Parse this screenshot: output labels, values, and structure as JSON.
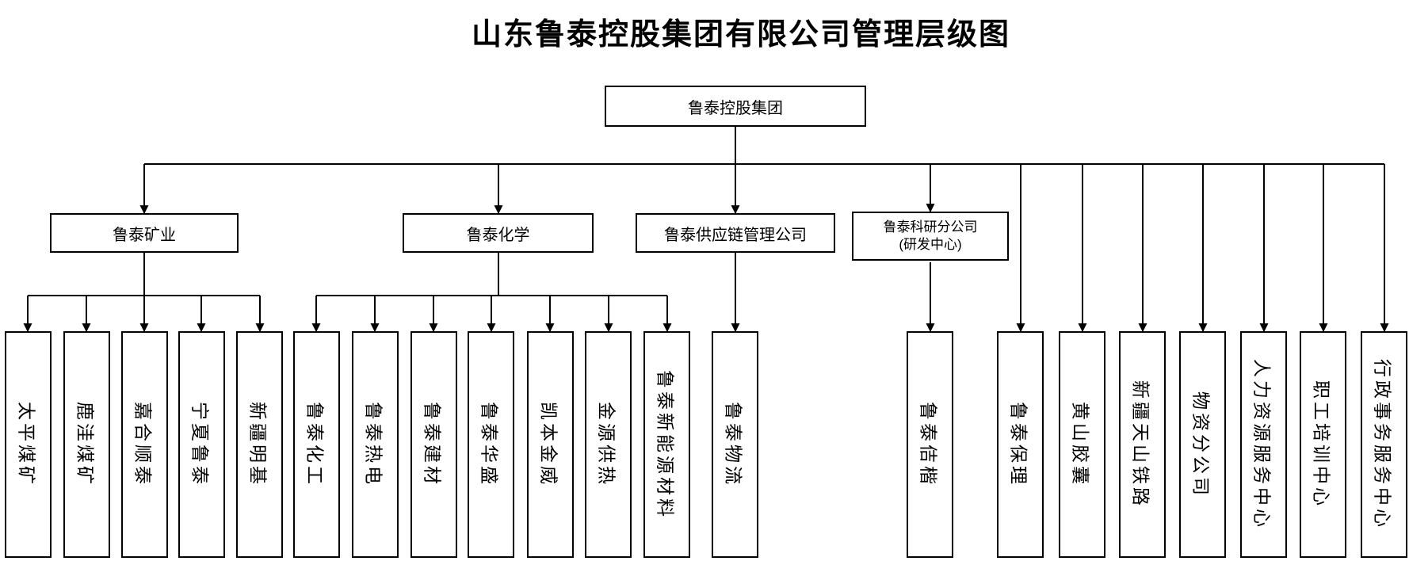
{
  "title": "山东鲁泰控股集团有限公司管理层级图",
  "root": {
    "label": "鲁泰控股集团"
  },
  "branches": [
    {
      "label": "鲁泰矿业",
      "children": [
        "太平煤矿",
        "鹿洼煤矿",
        "嘉合顺泰",
        "宁夏鲁泰",
        "新疆明基"
      ]
    },
    {
      "label": "鲁泰化学",
      "children": [
        "鲁泰化工",
        "鲁泰热电",
        "鲁泰建材",
        "鲁泰华盛",
        "凯本金威",
        "金源供热",
        "鲁泰新能源材料"
      ]
    },
    {
      "label": "鲁泰供应链管理公司",
      "children": [
        "鲁泰物流"
      ]
    },
    {
      "label": "鲁泰科研分公司",
      "sublabel": "(研发中心)",
      "children": [
        "鲁泰佶楷"
      ]
    }
  ],
  "direct_units": [
    "鲁泰保理",
    "黄山胶囊",
    "新疆天山铁路",
    "物资分公司",
    "人力资源服务中心",
    "职工培训中心",
    "行政事务服务中心"
  ],
  "colors": {
    "line": "#000000",
    "box_border": "#000000",
    "box_fill": "#ffffff",
    "text": "#000000",
    "background": "#ffffff"
  }
}
